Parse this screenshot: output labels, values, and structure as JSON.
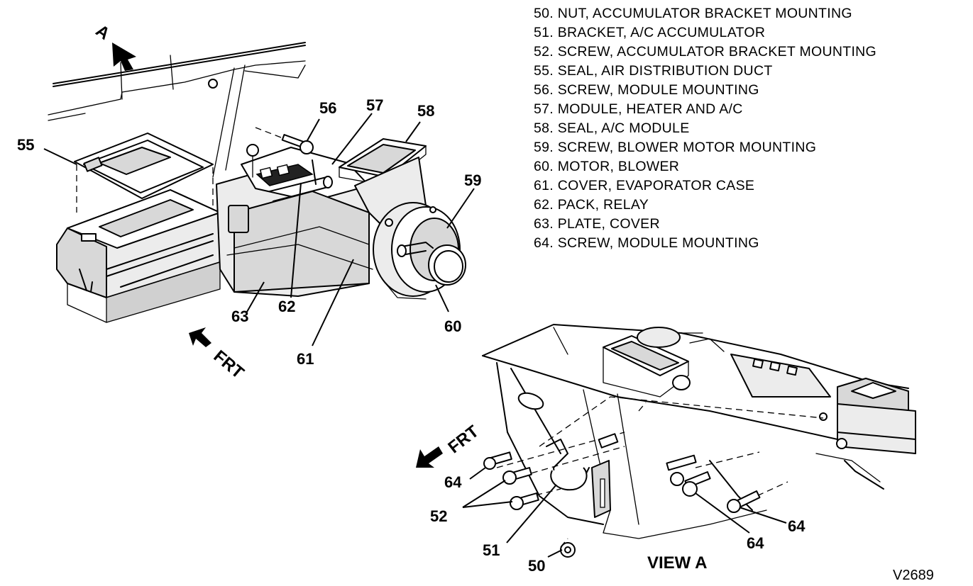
{
  "legend": [
    "50. NUT, ACCUMULATOR BRACKET MOUNTING",
    "51. BRACKET, A/C ACCUMULATOR",
    "52. SCREW, ACCUMULATOR BRACKET MOUNTING",
    "55. SEAL, AIR DISTRIBUTION DUCT",
    "56. SCREW, MODULE MOUNTING",
    "57. MODULE, HEATER AND A/C",
    "58. SEAL, A/C MODULE",
    "59. SCREW, BLOWER MOTOR MOUNTING",
    "60. MOTOR, BLOWER",
    "61. COVER, EVAPORATOR CASE",
    "62. PACK, RELAY",
    "63. PLATE, COVER",
    "64. SCREW, MODULE MOUNTING"
  ],
  "callouts": {
    "c55": "55",
    "c56": "56",
    "c57": "57",
    "c58": "58",
    "c59": "59",
    "c60": "60",
    "c61": "61",
    "c62": "62",
    "c63": "63",
    "c64a": "64",
    "c64b": "64",
    "c64c": "64",
    "c52": "52",
    "c51": "51",
    "c50": "50"
  },
  "direction_labels": {
    "view_arrow": "A",
    "frt_upper": "FRT",
    "frt_lower": "FRT"
  },
  "view_label": "VIEW A",
  "figure_id": "V2689"
}
